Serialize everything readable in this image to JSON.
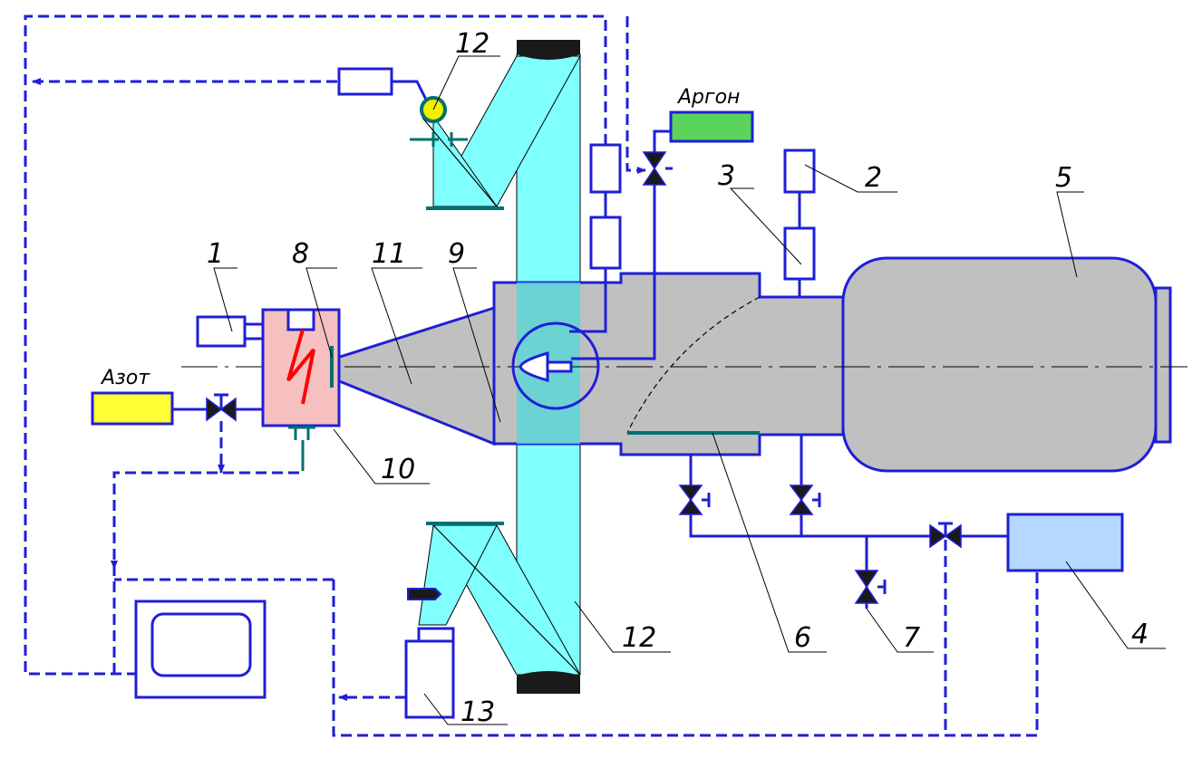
{
  "labels": {
    "n1": "1",
    "n2": "2",
    "n3": "3",
    "n4": "4",
    "n5": "5",
    "n6": "6",
    "n7": "7",
    "n8": "8",
    "n9": "9",
    "n10": "10",
    "n11": "11",
    "n12a": "12",
    "n12b": "12",
    "n13": "13",
    "argon": "Аргон",
    "nitrogen": "Азот"
  },
  "colors": {
    "pipe": "#1f1fd6",
    "chamber": "#c0c0c0",
    "beam": "#80ffff",
    "beam_overlap": "#5cd6d6",
    "argon_tank": "#5ad45a",
    "nitrogen_tank": "#ffff33",
    "source_box": "#f6c0c0",
    "receiver_tank": "#b4d8ff",
    "mirror": "#1a1a1a",
    "electrode": "#007070",
    "spark": "#ff0000",
    "lamp": "#f0f000"
  }
}
